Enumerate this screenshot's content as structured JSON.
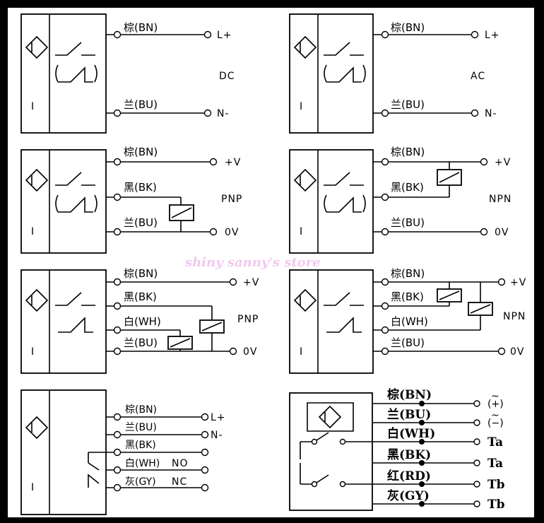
{
  "watermark": "shiny sanny's store",
  "panel1": {
    "bn": "棕(BN)",
    "bu": "兰(BU)",
    "lplus": "L+",
    "nminus": "N-",
    "type": "DC",
    "sensor": "I"
  },
  "panel2": {
    "bn": "棕(BN)",
    "bu": "兰(BU)",
    "lplus": "L+",
    "nminus": "N-",
    "type": "AC",
    "sensor": "I"
  },
  "panel3": {
    "bn": "棕(BN)",
    "bk": "黑(BK)",
    "bu": "兰(BU)",
    "vplus": "+V",
    "zero": "0V",
    "type": "PNP",
    "sensor": "I"
  },
  "panel4": {
    "bn": "棕(BN)",
    "bk": "黑(BK)",
    "bu": "兰(BU)",
    "vplus": "+V",
    "zero": "0V",
    "type": "NPN",
    "sensor": "I"
  },
  "panel5": {
    "bn": "棕(BN)",
    "bk": "黑(BK)",
    "wh": "白(WH)",
    "bu": "兰(BU)",
    "vplus": "+V",
    "zero": "0V",
    "type": "PNP",
    "sensor": "I"
  },
  "panel6": {
    "bn": "棕(BN)",
    "bk": "黑(BK)",
    "wh": "白(WH)",
    "bu": "兰(BU)",
    "vplus": "+V",
    "zero": "0V",
    "type": "NPN",
    "sensor": "I"
  },
  "panel7": {
    "bn": "棕(BN)",
    "bu": "兰(BU)",
    "bk": "黑(BK)",
    "wh": "白(WH)",
    "gy": "灰(GY)",
    "lplus": "L+",
    "nminus": "N-",
    "no": "NO",
    "nc": "NC",
    "sensor": "I"
  },
  "panel8": {
    "bn": "棕(BN)",
    "bu": "兰(BU)",
    "wh": "白(WH)",
    "bk": "黑(BK)",
    "rd": "红(RD)",
    "gy": "灰(GY)",
    "plus": "(+)",
    "minus": "(−)",
    "tilde": "~",
    "ta": "Ta",
    "tb": "Tb"
  }
}
